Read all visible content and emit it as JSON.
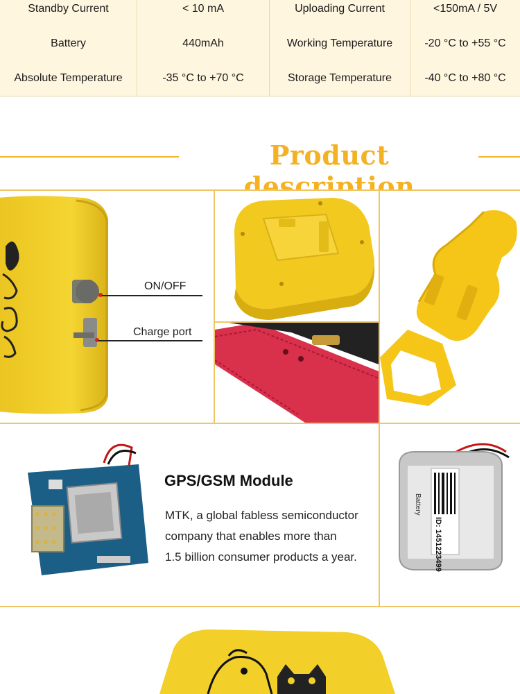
{
  "spec_table": [
    [
      "Standby Current",
      "< 10 mA",
      "Uploading Current",
      "<150mA / 5V"
    ],
    [
      "Battery",
      "440mAh",
      "Working Temperature",
      "-20 °C to +55 °C"
    ],
    [
      "Absolute Temperature",
      "-35 °C to +70 °C",
      "Storage Temperature",
      "-40 °C to +80 °C"
    ]
  ],
  "section_heading": "Product description",
  "device_labels": {
    "on_off": "ON/OFF",
    "charge_port": "Charge port"
  },
  "module": {
    "title": "GPS/GSM Module",
    "description_lines": [
      "MTK, a global fabless semiconductor",
      "company that enables more than",
      "1.5 billion consumer products a year."
    ]
  },
  "battery_label": {
    "id_text": "ID: 1451223499",
    "brand_text": "Battery"
  },
  "colors": {
    "accent": "#f4b223",
    "device_yellow": "#f3cf2a",
    "collar_red": "#d9304c",
    "pcb_blue": "#1b5f86"
  }
}
